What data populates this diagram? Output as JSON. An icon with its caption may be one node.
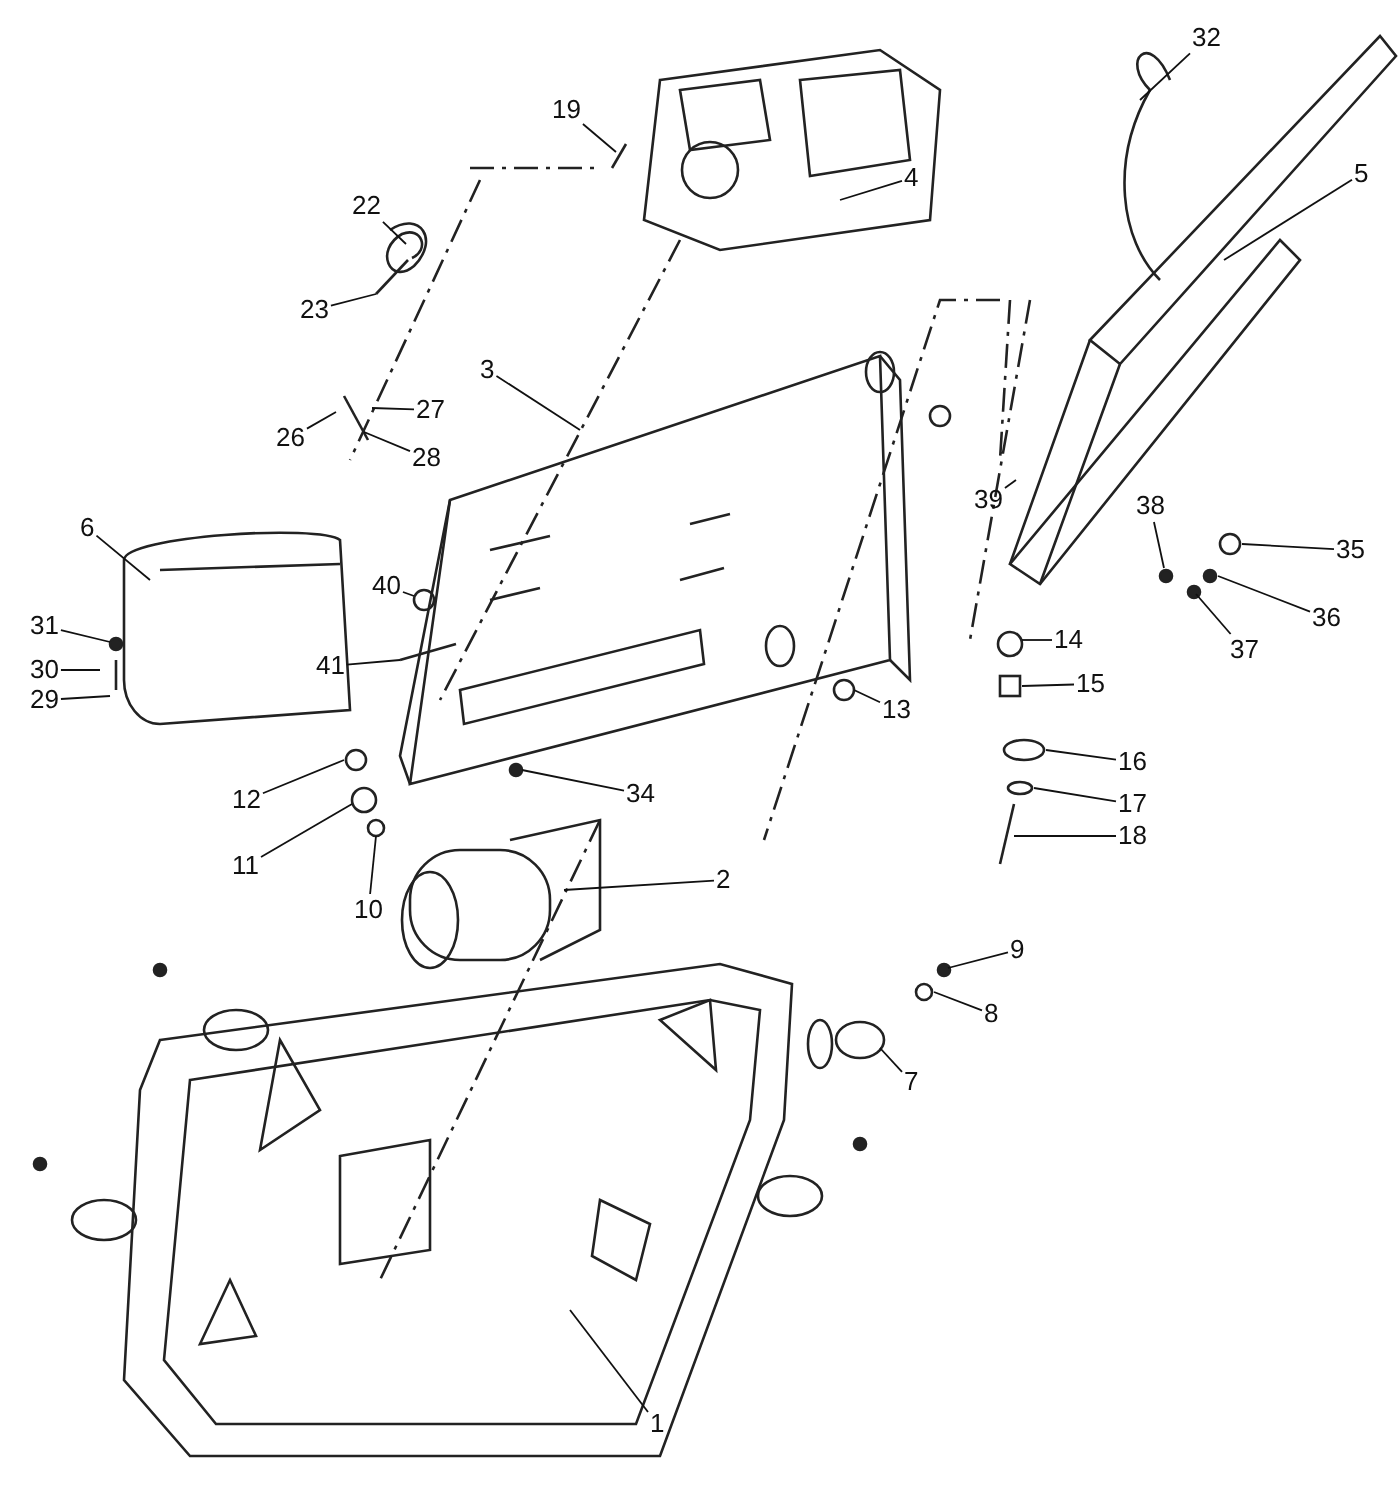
{
  "diagram": {
    "nodes": [
      {
        "text": [
          "32"
        ]
      },
      {
        "text": [
          "19"
        ]
      },
      {
        "text": [
          "4"
        ]
      },
      {
        "text": [
          "5"
        ]
      },
      {
        "text": [
          "22"
        ]
      },
      {
        "text": [
          "23"
        ]
      },
      {
        "text": [
          "3"
        ]
      },
      {
        "text": [
          "26"
        ]
      },
      {
        "text": [
          "27"
        ]
      },
      {
        "text": [
          "28"
        ]
      },
      {
        "text": [
          "39"
        ]
      },
      {
        "text": [
          "38"
        ]
      },
      {
        "text": [
          "35"
        ]
      },
      {
        "text": [
          "36"
        ]
      },
      {
        "text": [
          "37"
        ]
      },
      {
        "text": [
          "6"
        ]
      },
      {
        "text": [
          "40"
        ]
      },
      {
        "text": [
          "41"
        ]
      },
      {
        "text": [
          "31"
        ]
      },
      {
        "text": [
          "30"
        ]
      },
      {
        "text": [
          "29"
        ]
      },
      {
        "text": [
          "14"
        ]
      },
      {
        "text": [
          "15"
        ]
      },
      {
        "text": [
          "13"
        ]
      },
      {
        "text": [
          "16"
        ]
      },
      {
        "text": [
          "12"
        ]
      },
      {
        "text": [
          "17"
        ]
      },
      {
        "text": [
          "34"
        ]
      },
      {
        "text": [
          "18"
        ]
      },
      {
        "text": [
          "11"
        ]
      },
      {
        "text": [
          "2"
        ]
      },
      {
        "text": [
          "10"
        ]
      },
      {
        "text": [
          "9"
        ]
      },
      {
        "text": [
          "8"
        ]
      },
      {
        "text": [
          "7"
        ]
      },
      {
        "text": [
          "1"
        ]
      }
    ],
    "edges": [
      {
        "from": 0,
        "to": null,
        "arrow": "none"
      },
      {
        "from": 1,
        "to": null,
        "arrow": "none"
      },
      {
        "from": 2,
        "to": null,
        "arrow": "none"
      },
      {
        "from": 3,
        "to": null,
        "arrow": "none"
      },
      {
        "from": 4,
        "to": null,
        "arrow": "none"
      },
      {
        "from": 5,
        "to": null,
        "arrow": "none"
      },
      {
        "from": 6,
        "to": null,
        "arrow": "none"
      },
      {
        "from": 7,
        "to": null,
        "arrow": "none"
      },
      {
        "from": 8,
        "to": null,
        "arrow": "none"
      },
      {
        "from": 9,
        "to": null,
        "arrow": "none"
      },
      {
        "from": 10,
        "to": null,
        "arrow": "none"
      },
      {
        "from": 11,
        "to": null,
        "arrow": "none"
      },
      {
        "from": 12,
        "to": null,
        "arrow": "none"
      },
      {
        "from": 13,
        "to": null,
        "arrow": "none"
      },
      {
        "from": 14,
        "to": null,
        "arrow": "none"
      },
      {
        "from": 15,
        "to": null,
        "arrow": "none"
      },
      {
        "from": 16,
        "to": null,
        "arrow": "none"
      },
      {
        "from": 17,
        "to": null,
        "arrow": "none"
      },
      {
        "from": 18,
        "to": null,
        "arrow": "none"
      },
      {
        "from": 19,
        "to": null,
        "arrow": "none"
      },
      {
        "from": 20,
        "to": null,
        "arrow": "none"
      },
      {
        "from": 21,
        "to": null,
        "arrow": "none"
      },
      {
        "from": 22,
        "to": null,
        "arrow": "none"
      },
      {
        "from": 23,
        "to": null,
        "arrow": "none"
      },
      {
        "from": 24,
        "to": null,
        "arrow": "none"
      },
      {
        "from": 25,
        "to": null,
        "arrow": "none"
      },
      {
        "from": 26,
        "to": null,
        "arrow": "none"
      },
      {
        "from": 27,
        "to": null,
        "arrow": "none"
      },
      {
        "from": 28,
        "to": null,
        "arrow": "none"
      },
      {
        "from": 29,
        "to": null,
        "arrow": "none"
      },
      {
        "from": 30,
        "to": null,
        "arrow": "none"
      },
      {
        "from": 31,
        "to": null,
        "arrow": "none"
      },
      {
        "from": 32,
        "to": null,
        "arrow": "none"
      },
      {
        "from": 33,
        "to": null,
        "arrow": "none"
      },
      {
        "from": 34,
        "to": null,
        "arrow": "none"
      },
      {
        "from": 35,
        "to": null,
        "arrow": "none"
      }
    ]
  }
}
